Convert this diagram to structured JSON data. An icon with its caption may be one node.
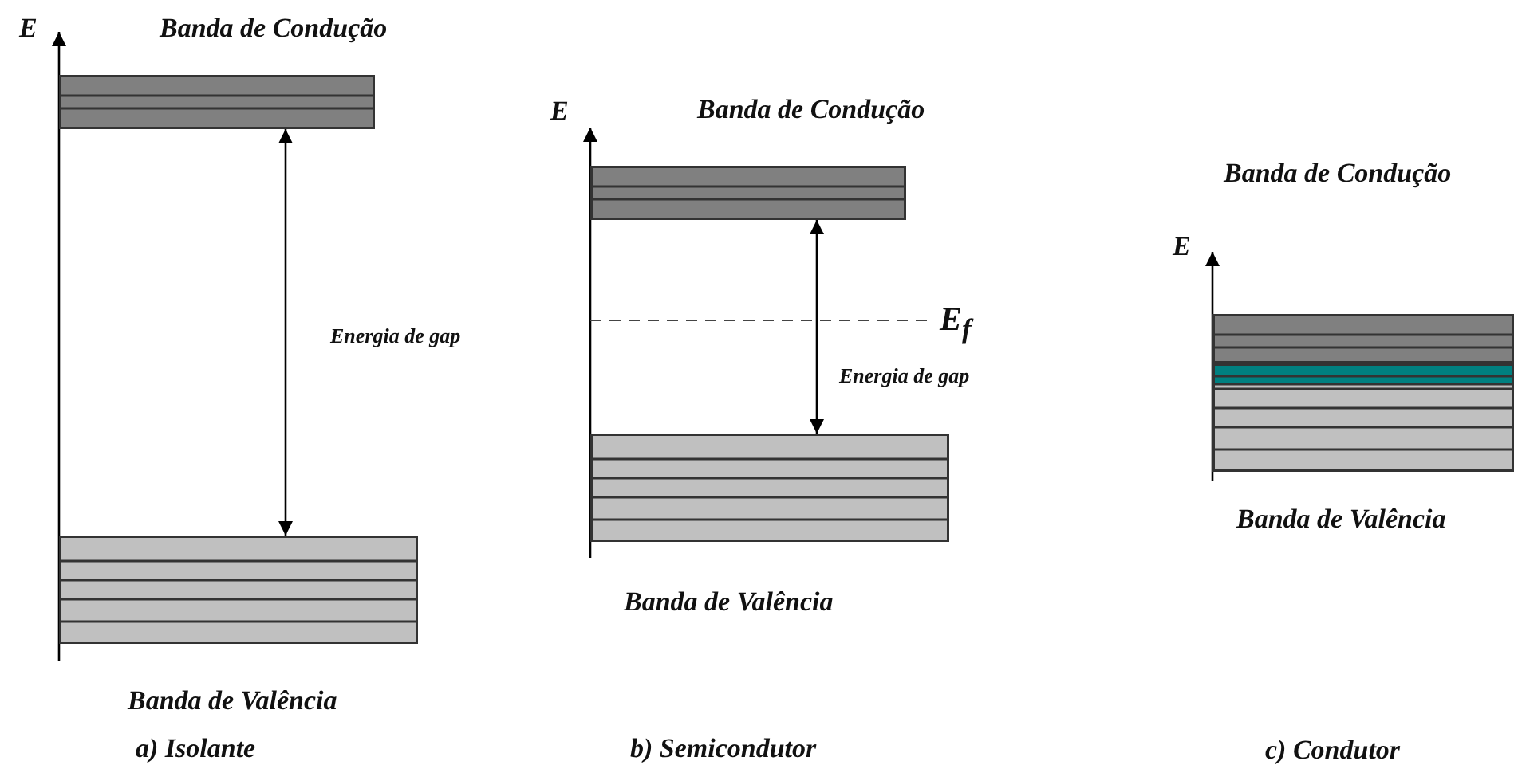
{
  "diagram": {
    "nodes": [
      {
        "text": [
          "Banda de Condução"
        ]
      },
      {
        "text": [
          "Banda de Valência"
        ]
      },
      {
        "text": [
          "Banda de Condução"
        ]
      },
      {
        "text": [
          "Banda de Valência"
        ]
      },
      {
        "text": [
          "Banda de Condução"
        ]
      },
      {
        "text": [
          "Banda de Valência"
        ]
      }
    ],
    "edges": [
      {
        "from": 0,
        "to": 1,
        "arrow": "both",
        "label": "Energia de gap"
      },
      {
        "from": 2,
        "to": 3,
        "arrow": "both",
        "label": "Energia de gap"
      }
    ],
    "labels": [
      "E",
      "a) Isolante",
      "E",
      "E$_{f}$",
      "b) Semicondutor",
      "E",
      "c) Condutor"
    ]
  }
}
